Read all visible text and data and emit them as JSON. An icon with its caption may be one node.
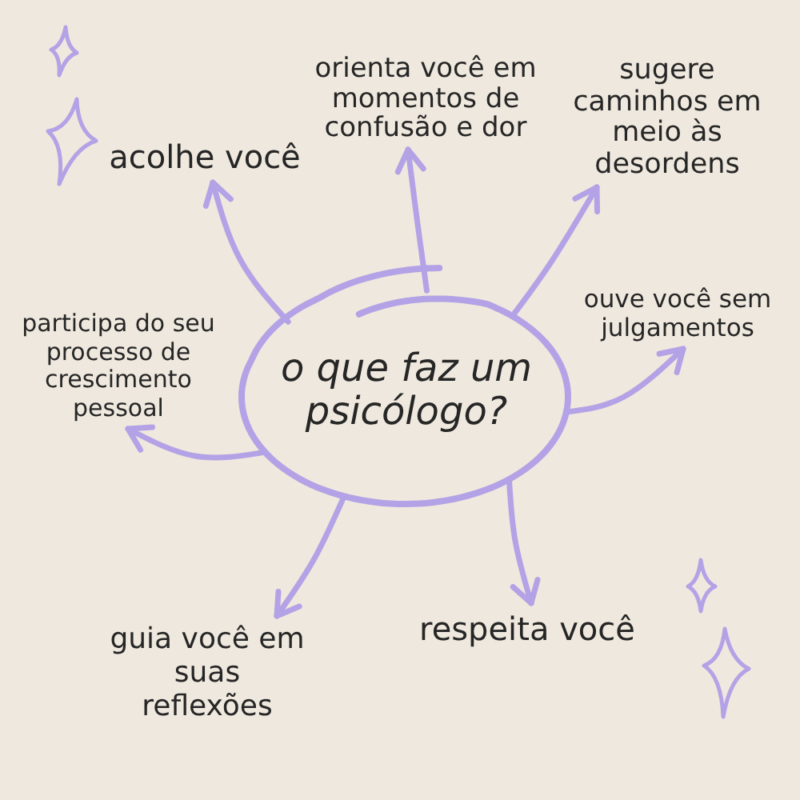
{
  "diagram": {
    "nodes": [
      {
        "text": [
          "o que faz um psicólogo?"
        ]
      },
      {
        "text": [
          "acolhe você"
        ]
      },
      {
        "text": [
          "orienta você em momentos de confusão e dor"
        ]
      },
      {
        "text": [
          "sugere caminhos em meio às desordens"
        ]
      },
      {
        "text": [
          "ouve você sem julgamentos"
        ]
      },
      {
        "text": [
          "participa do seu processo de crescimento pessoal"
        ]
      },
      {
        "text": [
          "guia você em suas reflexões"
        ]
      },
      {
        "text": [
          "respeita você"
        ]
      }
    ],
    "edges": [
      {
        "from": 0,
        "to": 1,
        "arrow": "to"
      },
      {
        "from": 0,
        "to": 2,
        "arrow": "to"
      },
      {
        "from": 0,
        "to": 3,
        "arrow": "to"
      },
      {
        "from": 0,
        "to": 4,
        "arrow": "to"
      },
      {
        "from": 0,
        "to": 5,
        "arrow": "to"
      },
      {
        "from": 0,
        "to": 6,
        "arrow": "to"
      },
      {
        "from": 0,
        "to": 7,
        "arrow": "to"
      }
    ]
  }
}
